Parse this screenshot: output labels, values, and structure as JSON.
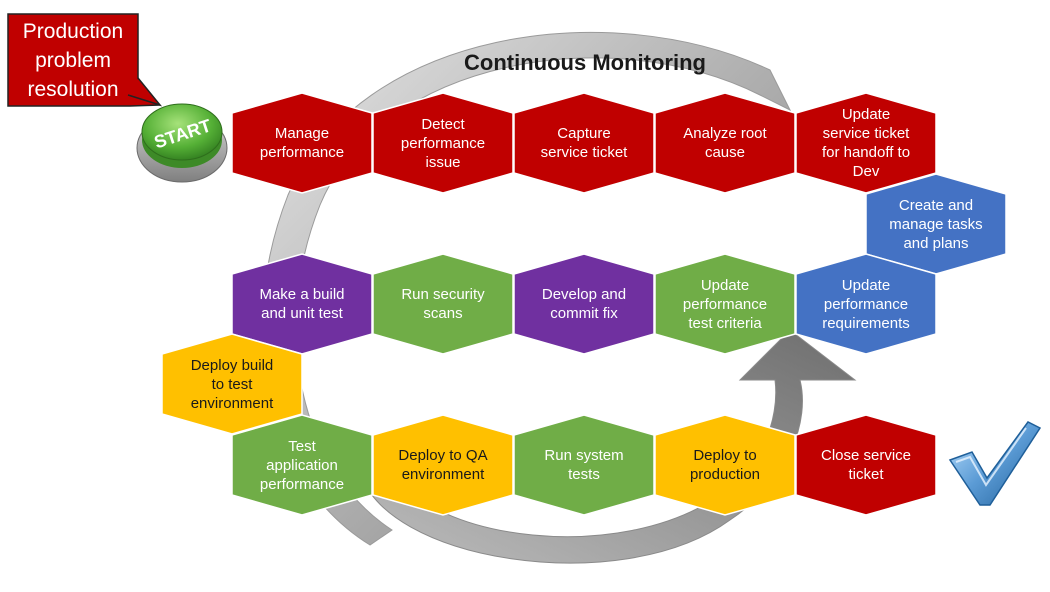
{
  "callout": {
    "text": "Production\nproblem\nresolution",
    "color": "#c00000"
  },
  "start_button": {
    "label": "START",
    "color": "#55b036"
  },
  "title": "Continuous Monitoring",
  "colors": {
    "red": "#c00000",
    "blue": "#4472c4",
    "purple": "#7030a0",
    "green": "#70ad47",
    "yellow": "#ffc000",
    "arrow": "#a6a6a6",
    "check": "#5b9bd5"
  },
  "steps": [
    {
      "id": "manage-performance",
      "label": "Manage\nperformance",
      "color": "red"
    },
    {
      "id": "detect-performance-issue",
      "label": "Detect\nperformance\nissue",
      "color": "red"
    },
    {
      "id": "capture-service-ticket",
      "label": "Capture\nservice ticket",
      "color": "red"
    },
    {
      "id": "analyze-root-cause",
      "label": "Analyze root\ncause",
      "color": "red"
    },
    {
      "id": "update-service-ticket",
      "label": "Update\nservice ticket\nfor handoff to\nDev",
      "color": "red"
    },
    {
      "id": "create-manage-tasks",
      "label": "Create and\nmanage tasks\nand plans",
      "color": "blue"
    },
    {
      "id": "update-performance-requirements",
      "label": "Update\nperformance\nrequirements",
      "color": "blue"
    },
    {
      "id": "update-performance-test-criteria",
      "label": "Update\nperformance\ntest criteria",
      "color": "green"
    },
    {
      "id": "develop-commit-fix",
      "label": "Develop and\ncommit fix",
      "color": "purple"
    },
    {
      "id": "run-security-scans",
      "label": "Run security\nscans",
      "color": "green"
    },
    {
      "id": "make-build-unit-test",
      "label": "Make a build\nand unit test",
      "color": "purple"
    },
    {
      "id": "deploy-build-test-env",
      "label": "Deploy build\nto test\nenvironment",
      "color": "yellow"
    },
    {
      "id": "test-application-performance",
      "label": "Test\napplication\nperformance",
      "color": "green"
    },
    {
      "id": "deploy-qa-environment",
      "label": "Deploy to QA\nenvironment",
      "color": "yellow"
    },
    {
      "id": "run-system-tests",
      "label": "Run system\ntests",
      "color": "green"
    },
    {
      "id": "deploy-production",
      "label": "Deploy to\nproduction",
      "color": "yellow"
    },
    {
      "id": "close-service-ticket",
      "label": "Close service\nticket",
      "color": "red"
    }
  ]
}
